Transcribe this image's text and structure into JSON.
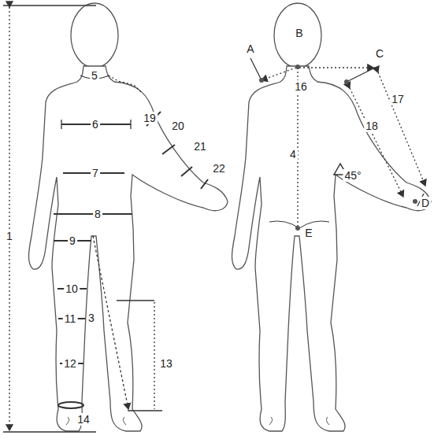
{
  "diagram": {
    "labels": [
      "1",
      "5",
      "6",
      "19",
      "20",
      "21",
      "22",
      "7",
      "8",
      "9",
      "10",
      "3",
      "11",
      "13",
      "12",
      "14",
      "B",
      "A",
      "C",
      "16",
      "17",
      "18",
      "4",
      "45°",
      "D",
      "E"
    ]
  }
}
